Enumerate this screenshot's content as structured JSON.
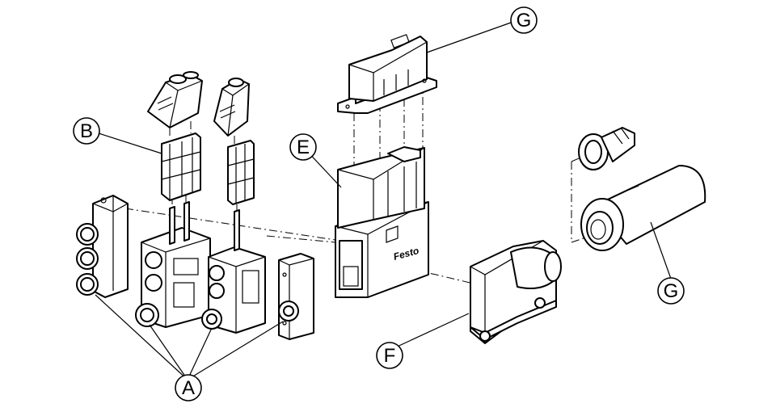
{
  "callouts": {
    "a": "A",
    "b": "B",
    "e": "E",
    "f": "F",
    "g_top": "G",
    "g_right": "G"
  },
  "logo_text": "Festo"
}
